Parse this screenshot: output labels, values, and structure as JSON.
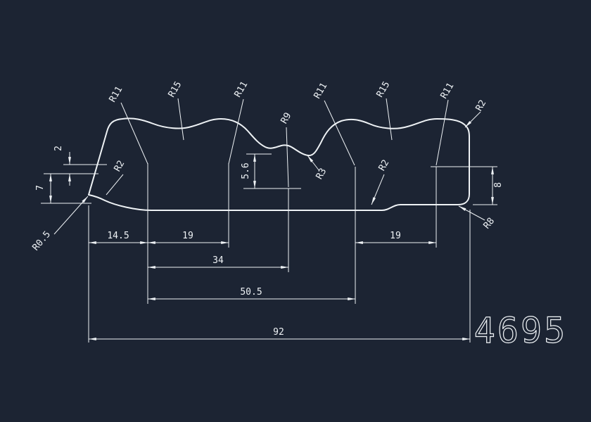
{
  "meta": {
    "view": "cad-drawing-viewport"
  },
  "colors": {
    "background": "#1c2433",
    "line": "#eef2f5"
  },
  "labels": {
    "radius": {
      "r11_1": "R11",
      "r15_1": "R15",
      "r11_2": "R11",
      "r9": "R9",
      "r11_3": "R11",
      "r15_2": "R15",
      "r11_4": "R11",
      "r2_top_right": "R2",
      "r2_left": "R2",
      "r2_right": "R2",
      "r3": "R3",
      "r0_5": "R0.5",
      "r8": "R8"
    },
    "linear": {
      "d2": "2",
      "d7": "7",
      "d5_6": "5.6",
      "d8": "8",
      "d14_5": "14.5",
      "d19_left": "19",
      "d19_right": "19",
      "d34": "34",
      "d50_5": "50.5",
      "d92": "92"
    },
    "part_number": "4695"
  }
}
